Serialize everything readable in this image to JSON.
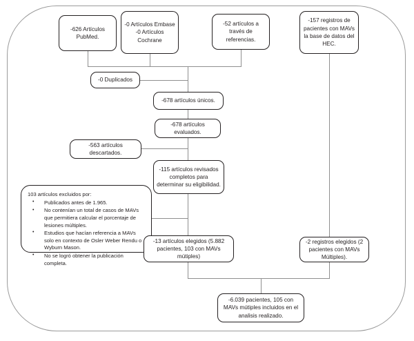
{
  "diagram": {
    "type": "prisma-flow-diagram",
    "title_present": false,
    "frame": {
      "style": "rounded-rectangle-border",
      "color": "#9a9a9a"
    },
    "node_style": {
      "border_color": "#231f20",
      "fill": "#ffffff",
      "connector_color": "#8e8e8e"
    },
    "nodes": {
      "pubmed": "-626 Artículos PubMed.",
      "embase_cochrane": "-0 Artículos Embase\n-0 Artículos Cochrane",
      "references": "-52 artículos a través de referencias.",
      "hec_registry": "-157 registros de pacientes con MAVs la base de datos del HEC.",
      "duplicates": "-0 Duplicados",
      "unique_articles": "-678 artículos únicos.",
      "evaluated": "-678 artículos evaluados.",
      "discarded": "-563 artículos descartados.",
      "full_text_reviewed": "-115 artículos revisados completos para determinar su eligibilidad.",
      "chosen_articles": "-13 artículos elegidos (5.882 pacientes, 103 con MAVs mútiples)",
      "chosen_records": "-2 registros elegidos (2 pacientes con MAVs Múltiples).",
      "final_total": "-6.039 pacientes, 105 con MAVs mútiples incluidos en el analisis realizado."
    },
    "exclusion_box": {
      "title": "103 artículos excluidos por:",
      "items": [
        "Publicados antes de 1.965.",
        "No contenían un total de casos de MAVs que permitiera calcular el porcentaje de lesiones múltiples.",
        "Estudios que hacían referencia a MAVs solo en contexto de Osler Weber Rendu o Wyburn Mason.",
        "No se logró obtener la publicación completa."
      ]
    }
  }
}
